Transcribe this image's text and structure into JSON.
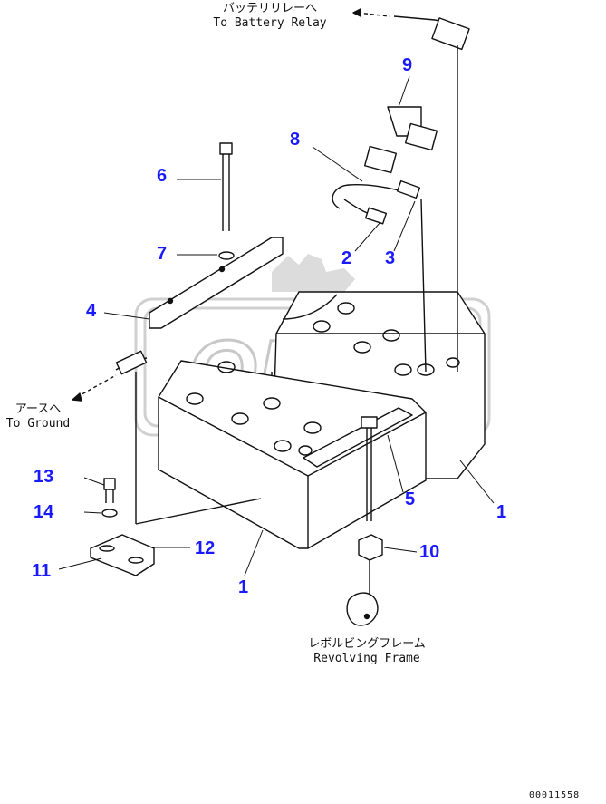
{
  "colors": {
    "callout": "#1a1aff",
    "line": "#111111",
    "watermark": "#d2d2d2"
  },
  "annotations": {
    "battery_relay_jp": "バッテリリレーへ",
    "battery_relay_en": "To Battery Relay",
    "ground_jp": "アースへ",
    "ground_en": "To Ground",
    "frame_jp": "レボルビングフレーム",
    "frame_en": "Revolving Frame"
  },
  "callouts": {
    "c1a": "1",
    "c1b": "1",
    "c2": "2",
    "c3": "3",
    "c4": "4",
    "c5": "5",
    "c6": "6",
    "c7": "7",
    "c8": "8",
    "c9": "9",
    "c10": "10",
    "c11": "11",
    "c12": "12",
    "c13": "13",
    "c14": "14"
  },
  "watermark": {
    "text": "OPEX",
    "icon": "gear-logo-icon"
  },
  "doc_id": "00011558"
}
